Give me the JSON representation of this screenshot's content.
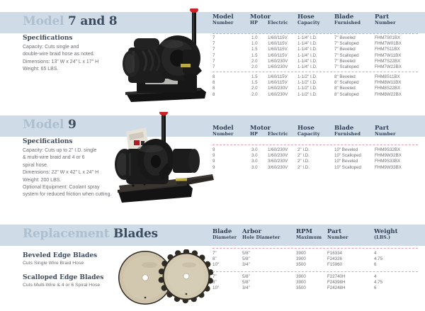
{
  "sections": [
    {
      "id": "model-7-8",
      "title_light": "Model",
      "title_dark": "7 and 8",
      "spec_heading": "Specifications",
      "spec_lines": [
        "Capacity: Cuts single and",
        "double-wire braid hose as noted.",
        "Dimensions: 13\" W x 24\" L x 17\" H",
        "Weight: 65 LBS."
      ],
      "columns": [
        {
          "top": "Model",
          "bottom": "Number"
        },
        {
          "top": "Motor",
          "bottom": "HP"
        },
        {
          "top": "",
          "bottom": "Electric"
        },
        {
          "top": "Hose",
          "bottom": "Capacity"
        },
        {
          "top": "Blade",
          "bottom": "Furnished"
        },
        {
          "top": "Part",
          "bottom": "Number"
        }
      ],
      "groups": [
        {
          "rows": [
            [
              "7",
              "1.0",
              "1/60/115V",
              "1-1/4\" I.D.",
              "7\" Beveled",
              "FHM7S01BX"
            ],
            [
              "7",
              "1.0",
              "1/60/115V",
              "1-1/4\" I.D.",
              "7\" Scalloped",
              "FHM7W01BX"
            ],
            [
              "7",
              "1.5",
              "1/60/115V",
              "1-1/4\" I.D.",
              "7\" Beveled",
              "FHM7S11BX"
            ],
            [
              "7",
              "1.5",
              "1/60/115V",
              "1-1/4\" I.D.",
              "7\" Scalloped",
              "FHM7W11BX"
            ],
            [
              "7",
              "2.0",
              "1/60/230V",
              "1-1/4\" I.D.",
              "7\" Beveled",
              "FHM7S22BX"
            ],
            [
              "7",
              "2.0",
              "1/60/230V",
              "1-1/4\" I.D.",
              "7\" Scalloped",
              "FHM7W22BX"
            ]
          ]
        },
        {
          "rows": [
            [
              "8",
              "1.5",
              "1/60/115V",
              "1-1/2\" I.D.",
              "8\" Beveled",
              "FHM8S11BX"
            ],
            [
              "8",
              "1.5",
              "1/60/115V",
              "1-1/2\" I.D.",
              "8\" Scalloped",
              "FHM8W11BX"
            ],
            [
              "8",
              "2.0",
              "1/60/230V",
              "1-1/2\" I.D.",
              "8\" Beveled",
              "FHM8S22BX"
            ],
            [
              "8",
              "2.0",
              "1/60/230V",
              "1-1/2\" I.D.",
              "8\" Scalloped",
              "FHM8W22BX"
            ]
          ]
        }
      ]
    },
    {
      "id": "model-9",
      "title_light": "Model",
      "title_dark": "9",
      "spec_heading": "Specifications",
      "spec_lines": [
        "Capacity: Cuts up to 2\" I.D. single",
        "& multi-wire braid and 4 or 6",
        "spiral hose.",
        "Dimensions: 22\" W x 42\" L x 24\" H",
        "Weight: 200 LBS.",
        "Optional Equipment: Coolant spray",
        "system for reduced friction when cutting."
      ],
      "columns": [
        {
          "top": "Model",
          "bottom": "Number"
        },
        {
          "top": "Motor",
          "bottom": "HP"
        },
        {
          "top": "",
          "bottom": "Electric"
        },
        {
          "top": "Hose",
          "bottom": "Capacity"
        },
        {
          "top": "Blade",
          "bottom": "Furnished"
        },
        {
          "top": "Part",
          "bottom": "Number"
        }
      ],
      "groups": [
        {
          "rows": [
            [
              "9",
              "3.0",
              "1/60/230V",
              "2\" I.D.",
              "10\" Beveled",
              "FHM9S32BX"
            ],
            [
              "9",
              "3.0",
              "1/60/230V",
              "2\" I.D.",
              "10\" Scalloped",
              "FHM9W32BX"
            ],
            [
              "9",
              "3.0",
              "3/60/230V",
              "2\" I.D.",
              "10\" Beveled",
              "FHM9S33BX"
            ],
            [
              "9",
              "3.0",
              "3/60/230V",
              "2\" I.D.",
              "10\" Scalloped",
              "FHM9W33BX"
            ]
          ]
        }
      ]
    },
    {
      "id": "replacement-blades",
      "title_light": "Replacement",
      "title_dark": "Blades",
      "blade_types": [
        {
          "heading": "Beveled Edge Blades",
          "sub": "Cuts Single Wire Braid Hose"
        },
        {
          "heading": "Scalloped Edge Blades",
          "sub": "Cuts Multi-Wire & 4 or 6 Spiral Hose"
        }
      ],
      "columns": [
        {
          "top": "Blade",
          "bottom": "Diameter"
        },
        {
          "top": "Arbor",
          "bottom": "Hole Diameter"
        },
        {
          "top": "RPM",
          "bottom": "Maximum"
        },
        {
          "top": "Part",
          "bottom": "Number"
        },
        {
          "top": "Weight",
          "bottom": "(LBS.)"
        }
      ],
      "groups": [
        {
          "rows": [
            [
              "7\"",
              "5/8\"",
              "3900",
              "F16334",
              "4"
            ],
            [
              "8\"",
              "5/8\"",
              "3900",
              "F24326",
              "4.75"
            ],
            [
              "10\"",
              "3/4\"",
              "3500",
              "F15960",
              "6"
            ]
          ]
        },
        {
          "rows": [
            [
              "7\"",
              "5/8\"",
              "3900",
              "F22740H",
              "4"
            ],
            [
              "8\"",
              "5/8\"",
              "3900",
              "F24398H",
              "4.75"
            ],
            [
              "10\"",
              "3/4\"",
              "3500",
              "F24248H",
              "6"
            ]
          ]
        }
      ]
    }
  ],
  "colors": {
    "band": "#cfdce8",
    "title_light": "#aebfcf",
    "title_dark": "#3c4b5e",
    "separator": "#e8a0ad",
    "body_text": "#6d6e71",
    "machine_body": "#1a1a1a",
    "handle_cap": "#cc2229",
    "blade_face": "#cfc4ab"
  },
  "images": {
    "machine_7_8": "hose-cutting-machine-model-7-8-photo",
    "machine_9": "hose-cutting-machine-model-9-photo",
    "blades": "replacement-saw-blades-photo"
  }
}
